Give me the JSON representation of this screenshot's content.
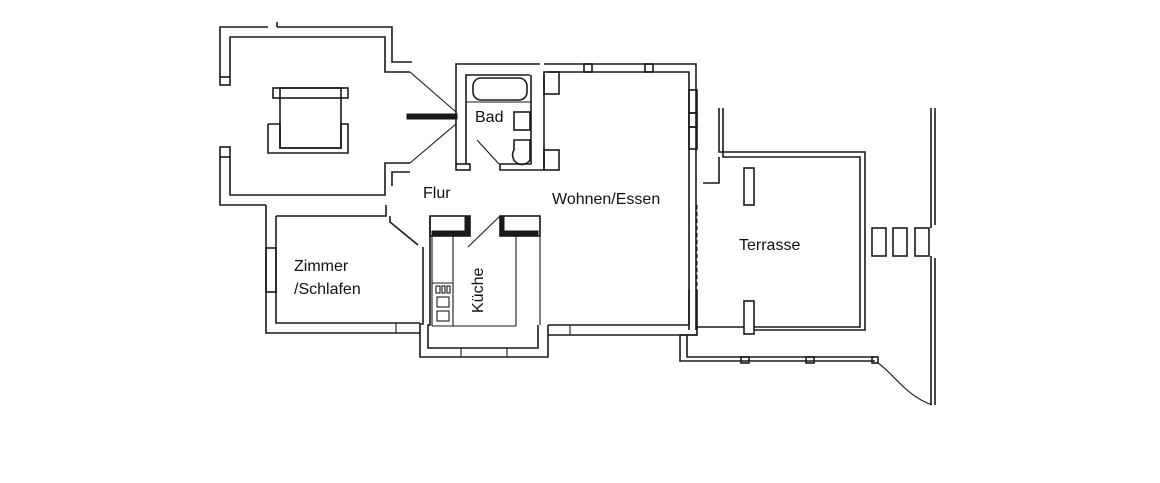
{
  "plan": {
    "type": "floor-plan",
    "line_color": "#1a1a1a",
    "background": "#ffffff",
    "rooms": [
      {
        "id": "bad",
        "label": "Bad"
      },
      {
        "id": "flur",
        "label": "Flur"
      },
      {
        "id": "wohnen",
        "label": "Wohnen/Essen"
      },
      {
        "id": "zimmer",
        "label_line1": "Zimmer",
        "label_line2": "/Schlafen"
      },
      {
        "id": "kueche",
        "label": "Küche"
      },
      {
        "id": "terrasse",
        "label": "Terrasse"
      }
    ]
  }
}
